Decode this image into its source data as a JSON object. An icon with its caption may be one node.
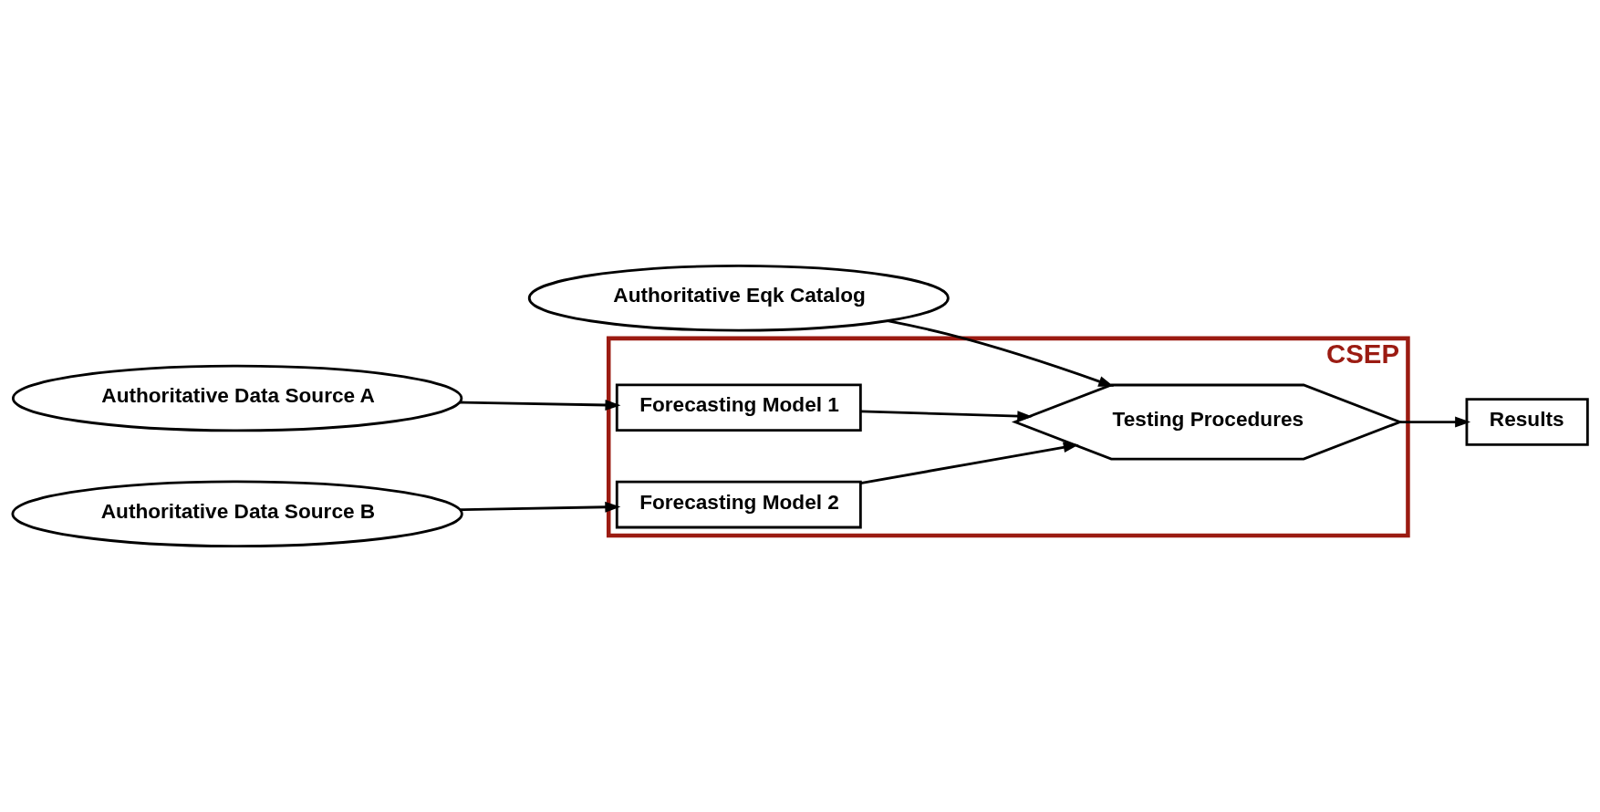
{
  "diagram": {
    "nodes": [
      {
        "text": [
          "CSEP"
        ]
      },
      {
        "text": [
          "Authoritative Data Source A"
        ]
      },
      {
        "text": [
          "Forecasting Model 1"
        ],
        "in": 0
      },
      {
        "text": [
          "Authoritative Data Source B"
        ]
      },
      {
        "text": [
          "Forecasting Model 2"
        ],
        "in": 0
      },
      {
        "text": [
          "Testing Procedures"
        ],
        "in": 0
      },
      {
        "text": [
          "Results"
        ]
      },
      {
        "text": [
          "Authoritative Eqk Catalog"
        ]
      }
    ],
    "edges": [
      {
        "from": 1,
        "to": 2,
        "arrow": "to"
      },
      {
        "from": 3,
        "to": 4,
        "arrow": "to"
      },
      {
        "from": 2,
        "to": 5,
        "arrow": "to"
      },
      {
        "from": 4,
        "to": 5,
        "arrow": "to"
      },
      {
        "from": 5,
        "to": 6,
        "arrow": "to"
      },
      {
        "from": 7,
        "to": 5,
        "arrow": "to"
      }
    ]
  }
}
